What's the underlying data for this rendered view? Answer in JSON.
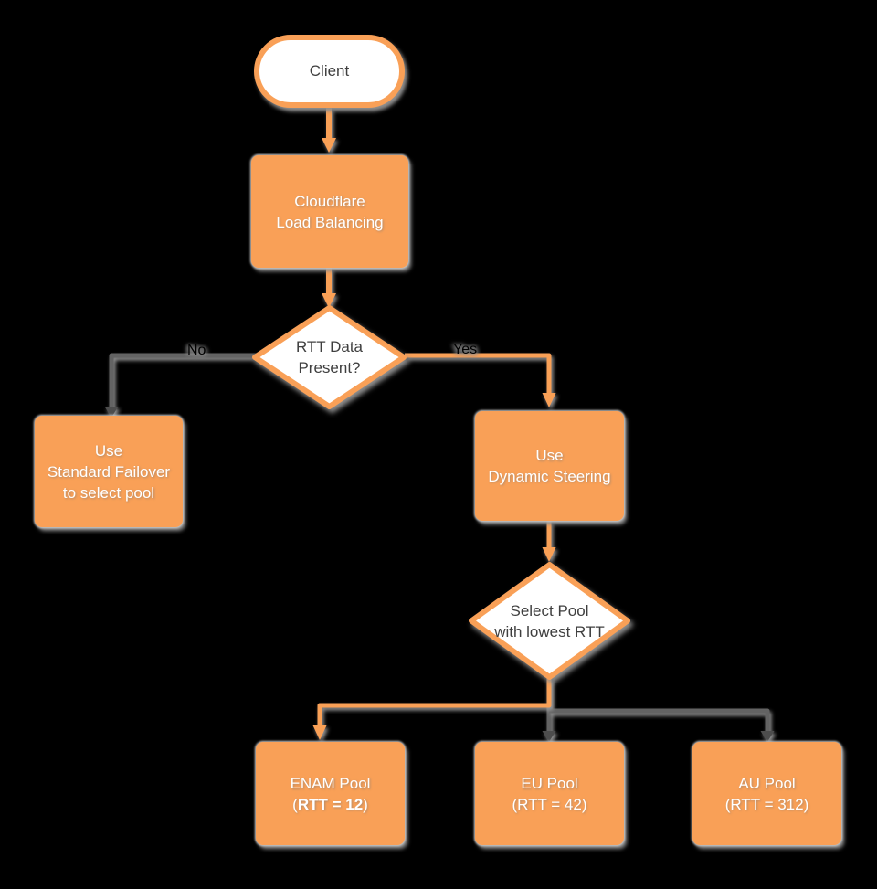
{
  "title": "Cloudflare Load Balancing flowchart",
  "colors": {
    "background": "#000000",
    "node_orange": "#F9A057",
    "gray_connector": "#636363",
    "gray_arrowhead": "#4E4E4E",
    "shadow_gray": "#9E9E9E",
    "dark_text": "#3F3F3F",
    "white_text": "#FFFFFF"
  },
  "nodes": {
    "client": {
      "label": "Client"
    },
    "load_balancing": {
      "line1": "Cloudflare",
      "line2": "Load Balancing"
    },
    "rtt_decision": {
      "line1": "RTT Data",
      "line2": "Present?"
    },
    "standard_failover": {
      "line1": "Use",
      "line2": "Standard Failover",
      "line3": "to select pool"
    },
    "dynamic_steering": {
      "line1": "Use",
      "line2": "Dynamic Steering"
    },
    "select_pool": {
      "line1": "Select Pool",
      "line2": "with lowest RTT"
    },
    "enam_pool": {
      "line1": "ENAM Pool",
      "line2_prefix": "(",
      "line2_bold": "RTT = 12",
      "line2_suffix": ")"
    },
    "eu_pool": {
      "line1": "EU Pool",
      "line2": "(RTT = 42)"
    },
    "au_pool": {
      "line1": "AU Pool",
      "line2": "(RTT = 312)"
    }
  },
  "edge_labels": {
    "no": "No",
    "yes": "Yes"
  }
}
